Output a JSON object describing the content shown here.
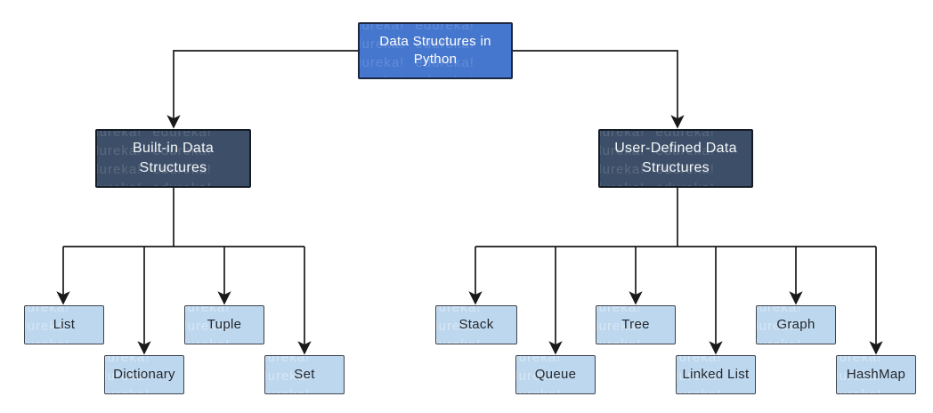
{
  "watermark": {
    "text": "edureka!",
    "tiled": "edureka! edureka! edureka! edureka! edureka! edureka! edureka! edureka! edureka! edureka! edureka! edureka! edureka! edureka! edureka! edureka! edureka! edureka!"
  },
  "nodes": {
    "root": {
      "label": "Data Structures in\nPython"
    },
    "built_in": {
      "label": "Built-in Data\nStructures"
    },
    "user_defined": {
      "label": "User-Defined Data\nStructures"
    },
    "leaves_built_in": [
      "List",
      "Dictionary",
      "Tuple",
      "Set"
    ],
    "leaves_user_defined": [
      "Stack",
      "Queue",
      "Tree",
      "Linked List",
      "Graph",
      "HashMap"
    ]
  },
  "colors": {
    "root_fill": "#4677CE",
    "branch_fill": "#3D4F68",
    "leaf_fill": "#BDD7EE",
    "line": "#1A1A1A"
  }
}
